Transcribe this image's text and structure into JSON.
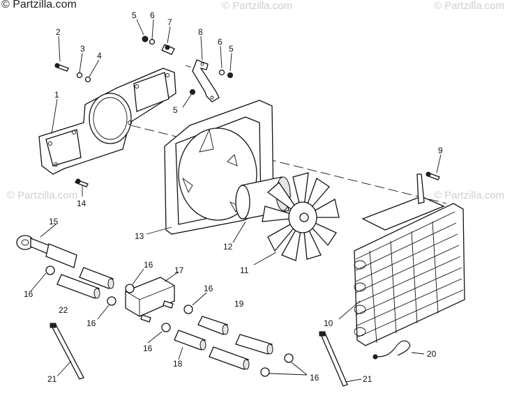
{
  "watermark": {
    "primary": "© Partzilla.com",
    "repeat": "© Partzilla.com"
  },
  "callouts": [
    {
      "id": "c1",
      "label": "1"
    },
    {
      "id": "c2",
      "label": "2"
    },
    {
      "id": "c3",
      "label": "3"
    },
    {
      "id": "c4",
      "label": "4"
    },
    {
      "id": "c5a",
      "label": "5"
    },
    {
      "id": "c6a",
      "label": "6"
    },
    {
      "id": "c7",
      "label": "7"
    },
    {
      "id": "c8",
      "label": "8"
    },
    {
      "id": "c6b",
      "label": "6"
    },
    {
      "id": "c5b",
      "label": "5"
    },
    {
      "id": "c5c",
      "label": "5"
    },
    {
      "id": "c9",
      "label": "9"
    },
    {
      "id": "c13",
      "label": "13"
    },
    {
      "id": "c14",
      "label": "14"
    },
    {
      "id": "c15",
      "label": "15"
    },
    {
      "id": "c12",
      "label": "12"
    },
    {
      "id": "c11",
      "label": "11"
    },
    {
      "id": "c10",
      "label": "10"
    },
    {
      "id": "c16a",
      "label": "16"
    },
    {
      "id": "c17",
      "label": "17"
    },
    {
      "id": "c16b",
      "label": "16"
    },
    {
      "id": "c22",
      "label": "22"
    },
    {
      "id": "c16c",
      "label": "16"
    },
    {
      "id": "c16d",
      "label": "16"
    },
    {
      "id": "c19",
      "label": "19"
    },
    {
      "id": "c16e",
      "label": "16"
    },
    {
      "id": "c18",
      "label": "18"
    },
    {
      "id": "c20",
      "label": "20"
    },
    {
      "id": "c21a",
      "label": "21"
    },
    {
      "id": "c21b",
      "label": "21"
    },
    {
      "id": "c16f",
      "label": "16"
    }
  ]
}
